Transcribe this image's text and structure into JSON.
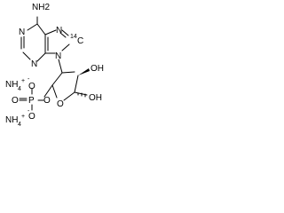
{
  "molecule": {
    "atoms": {
      "amino_nh2": "NH2",
      "n1": "N",
      "n3": "N",
      "n7": "N",
      "n9": "N",
      "c8_isotope": "14",
      "c8_symbol": "C",
      "ring_oxygen": "O",
      "oh_2prime": "OH",
      "oh_3prime": "OH",
      "phosphate_o_minus": "O",
      "phosphate_o_minus_charge": "-",
      "phosphate_o_double": "O",
      "phosphate_o_ester": "O",
      "phosphorus": "P",
      "phosphate_o_minus_lower": "O",
      "phosphate_o_minus_lower_charge": "-"
    },
    "counterions": [
      {
        "label": "NH",
        "subscript": "4",
        "charge": "+"
      },
      {
        "label": "NH",
        "subscript": "4",
        "charge": "+"
      }
    ]
  }
}
